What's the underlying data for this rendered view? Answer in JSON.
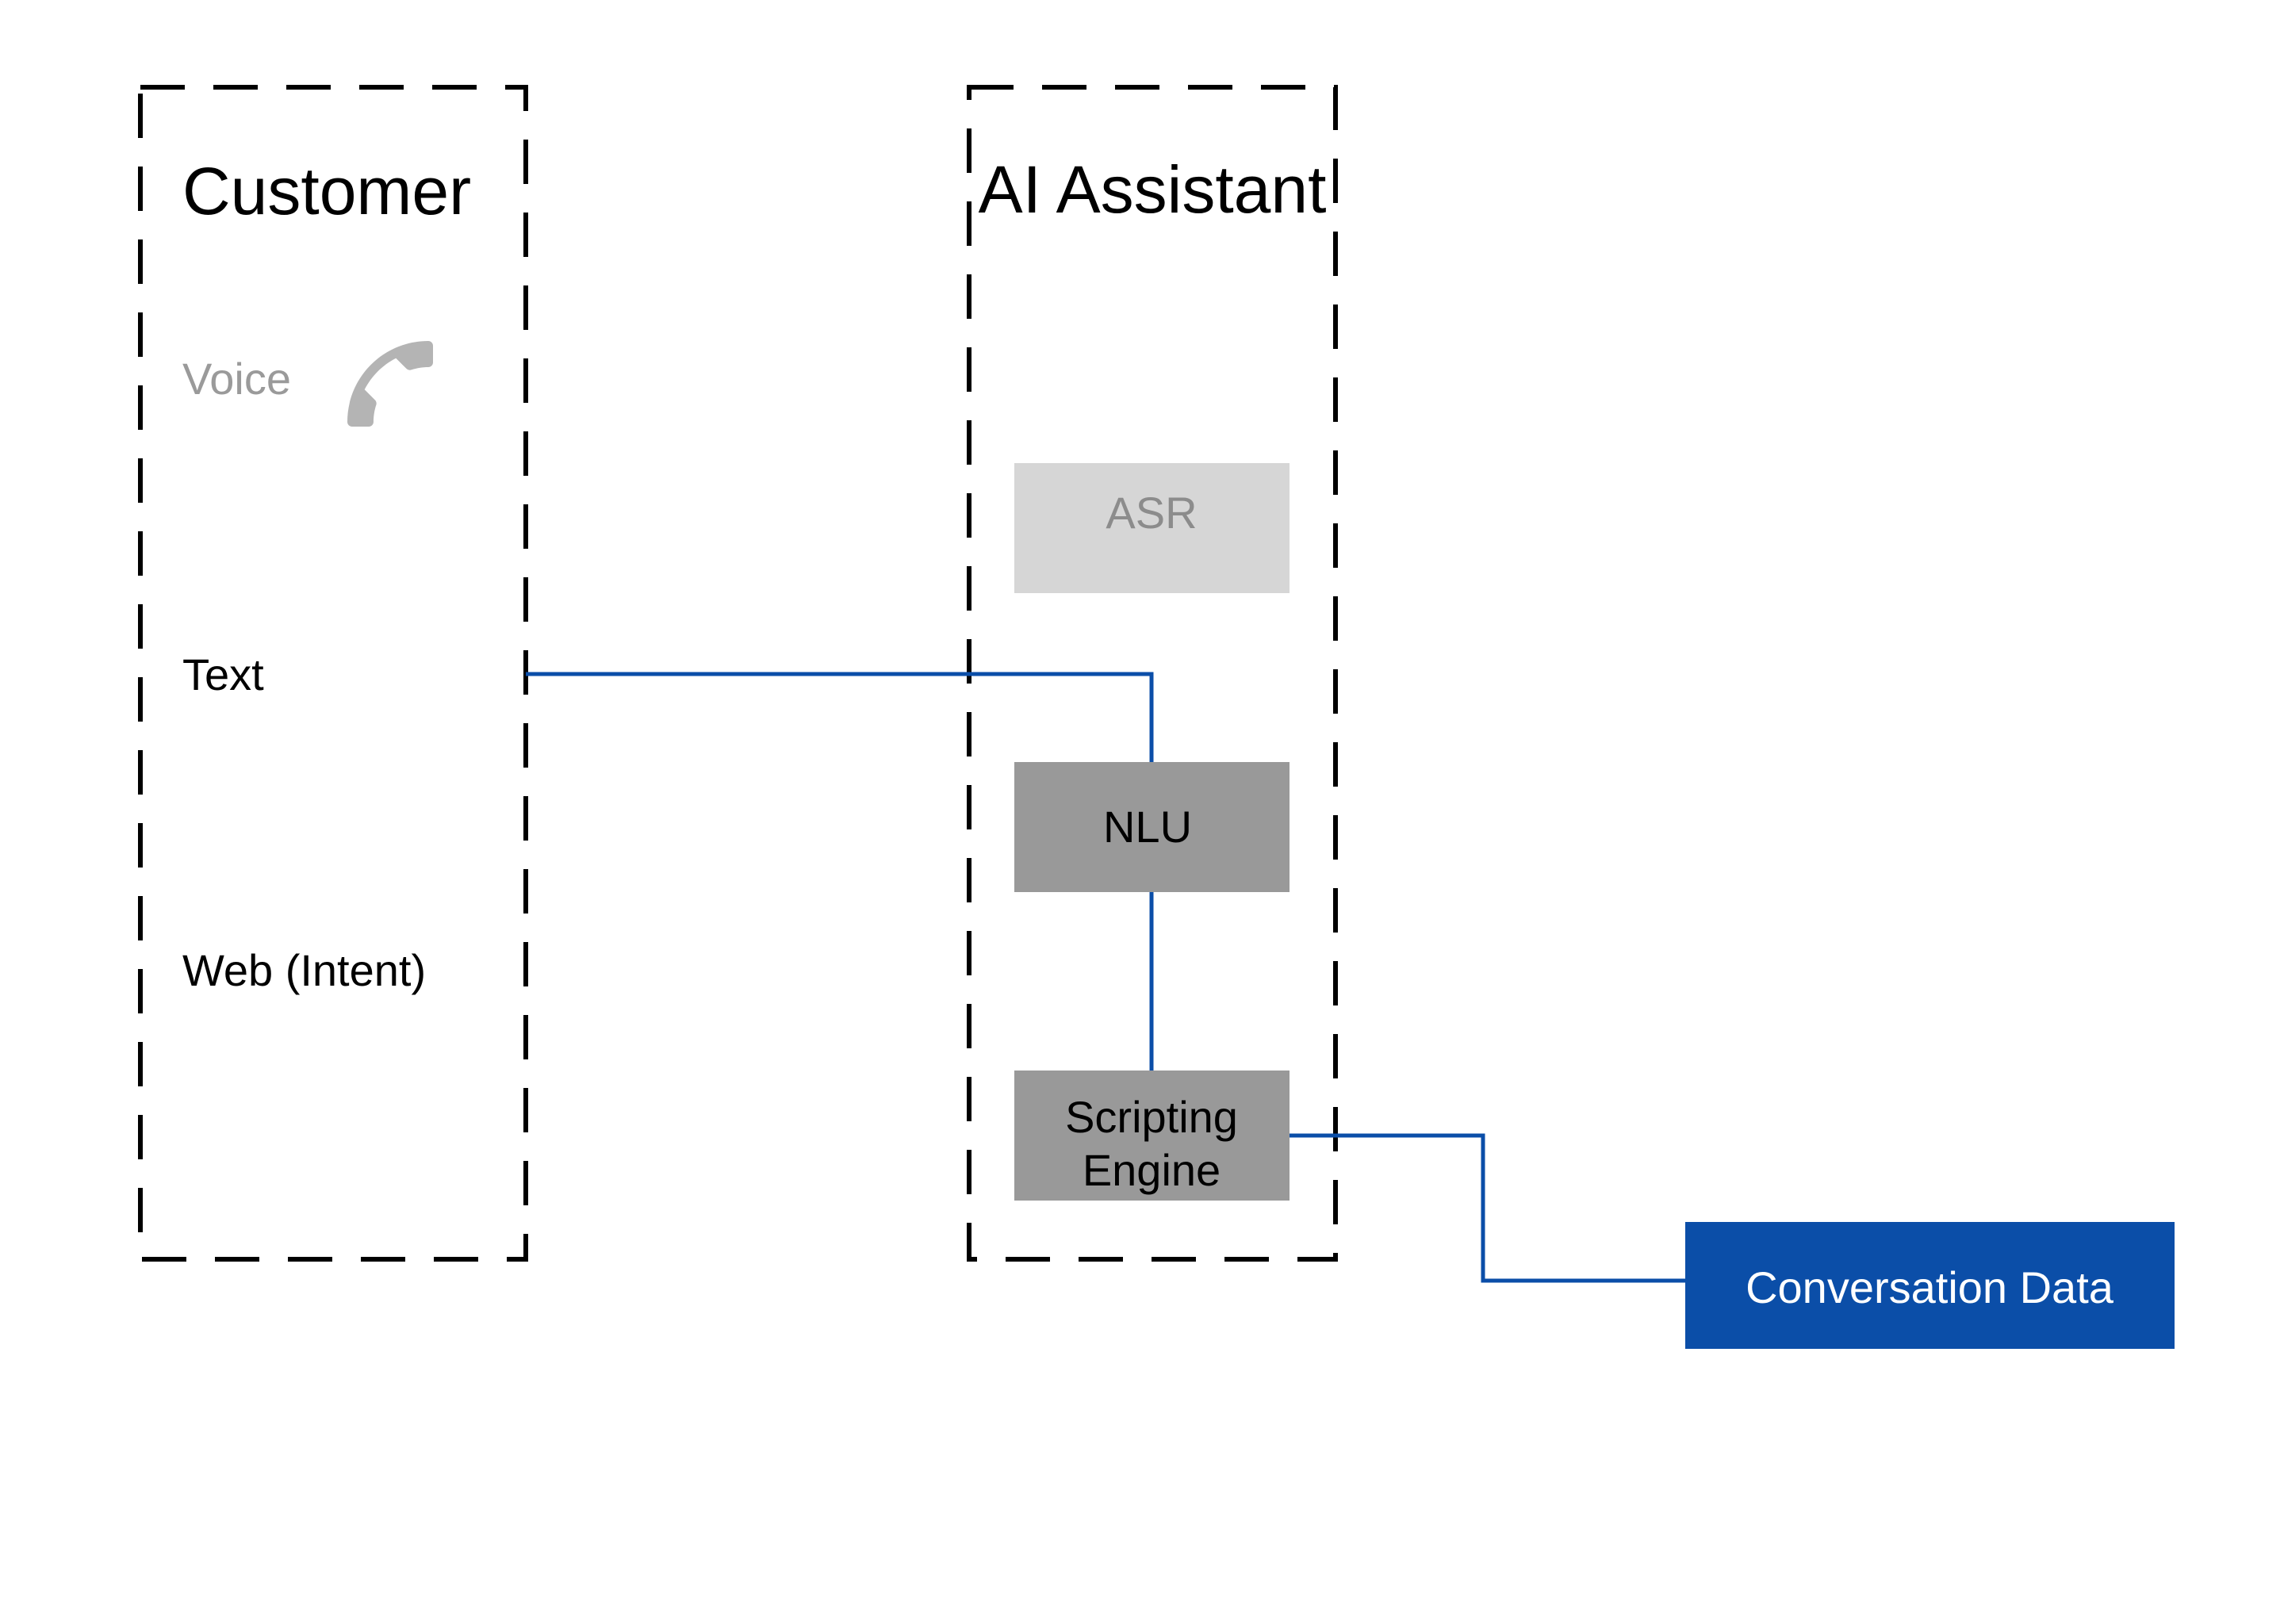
{
  "customer": {
    "title": "Customer",
    "channels": [
      {
        "label": "Voice",
        "active": false,
        "icon": "phone-icon"
      },
      {
        "label": "Text",
        "active": true
      },
      {
        "label": "Web (Intent)",
        "active": true
      }
    ]
  },
  "assistant": {
    "title": "AI Assistant",
    "components": [
      {
        "label": "ASR",
        "active": false
      },
      {
        "label": "NLU",
        "active": true
      },
      {
        "label_lines": [
          "Scripting",
          "Engine"
        ],
        "active": true
      }
    ]
  },
  "output": {
    "label": "Conversation Data"
  },
  "colors": {
    "connector": "#0b4ea8",
    "output_fill": "#0b4ea8",
    "output_text": "#ffffff",
    "inactive_box": "#d6d6d6",
    "inactive_text": "#8c8c8c",
    "active_box": "#999999",
    "active_text": "#000000",
    "frame_stroke": "#000000"
  }
}
